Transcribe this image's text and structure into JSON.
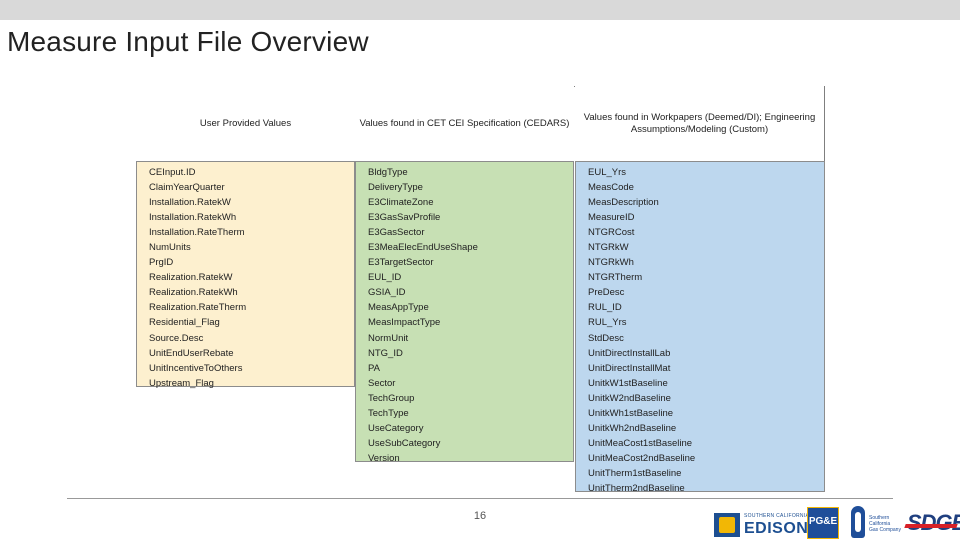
{
  "slide": {
    "title": "Measure Input File Overview",
    "page_number": "16"
  },
  "columns": [
    {
      "header": "User Provided Values",
      "color": "#fdf0cf",
      "items": [
        "CEInput.ID",
        "ClaimYearQuarter",
        "Installation.RatekW",
        "Installation.RatekWh",
        "Installation.RateTherm",
        "NumUnits",
        "PrgID",
        "Realization.RatekW",
        "Realization.RatekWh",
        "Realization.RateTherm",
        "Residential_Flag",
        "Source.Desc",
        "UnitEndUserRebate",
        "UnitIncentiveToOthers",
        "Upstream_Flag"
      ]
    },
    {
      "header": "Values found in CET CEI Specification (CEDARS)",
      "color": "#c7e0b4",
      "items": [
        "BldgType",
        "DeliveryType",
        "E3ClimateZone",
        "E3GasSavProfile",
        "E3GasSector",
        "E3MeaElecEndUseShape",
        "E3TargetSector",
        "EUL_ID",
        "GSIA_ID",
        "MeasAppType",
        "MeasImpactType",
        "NormUnit",
        "NTG_ID",
        "PA",
        "Sector",
        "TechGroup",
        "TechType",
        "UseCategory",
        "UseSubCategory",
        "Version"
      ]
    },
    {
      "header": "Values found in Workpapers (Deemed/DI); Engineering Assumptions/Modeling (Custom)",
      "color": "#bdd7ee",
      "items": [
        "EUL_Yrs",
        "MeasCode",
        "MeasDescription",
        "MeasureID",
        "NTGRCost",
        "NTGRkW",
        "NTGRkWh",
        "NTGRTherm",
        "PreDesc",
        "RUL_ID",
        "RUL_Yrs",
        "StdDesc",
        "UnitDirectInstallLab",
        "UnitDirectInstallMat",
        "UnitkW1stBaseline",
        "UnitkW2ndBaseline",
        "UnitkWh1stBaseline",
        "UnitkWh2ndBaseline",
        "UnitMeaCost1stBaseline",
        "UnitMeaCost2ndBaseline",
        "UnitTherm1stBaseline",
        "UnitTherm2ndBaseline"
      ]
    }
  ],
  "logos": {
    "sce_small": "SOUTHERN CALIFORNIA",
    "sce_big": "EDISON",
    "pge": "PG&E",
    "socal_lines": [
      "Southern",
      "California",
      "Gas Company"
    ],
    "sdge": "SDGE"
  }
}
